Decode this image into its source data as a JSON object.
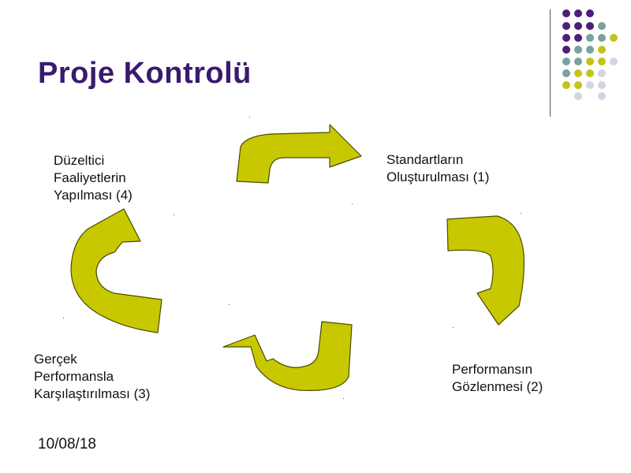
{
  "slide": {
    "title": "Proje Kontrolü",
    "date": "10/08/18"
  },
  "colors": {
    "title": "#3a1a6e",
    "arrow_fill": "#c8c800",
    "arrow_stroke": "#4a4a00",
    "dot_purple": "#4b1f7a",
    "dot_teal": "#7aa0a0",
    "dot_olive": "#c2c41a",
    "dot_lavender": "#d4d4e6"
  },
  "cycle": {
    "steps": [
      {
        "id": "step-1",
        "label": "Standartların\nOluşturulması (1)"
      },
      {
        "id": "step-2",
        "label": "Performansın\nGözlenmesi (2)"
      },
      {
        "id": "step-3",
        "label": "Gerçek\nPerformansla\nKarşılaştırılması (3)"
      },
      {
        "id": "step-4",
        "label": "Düzeltici\nFaaliyetlerin\nYapılması (4)"
      }
    ]
  }
}
